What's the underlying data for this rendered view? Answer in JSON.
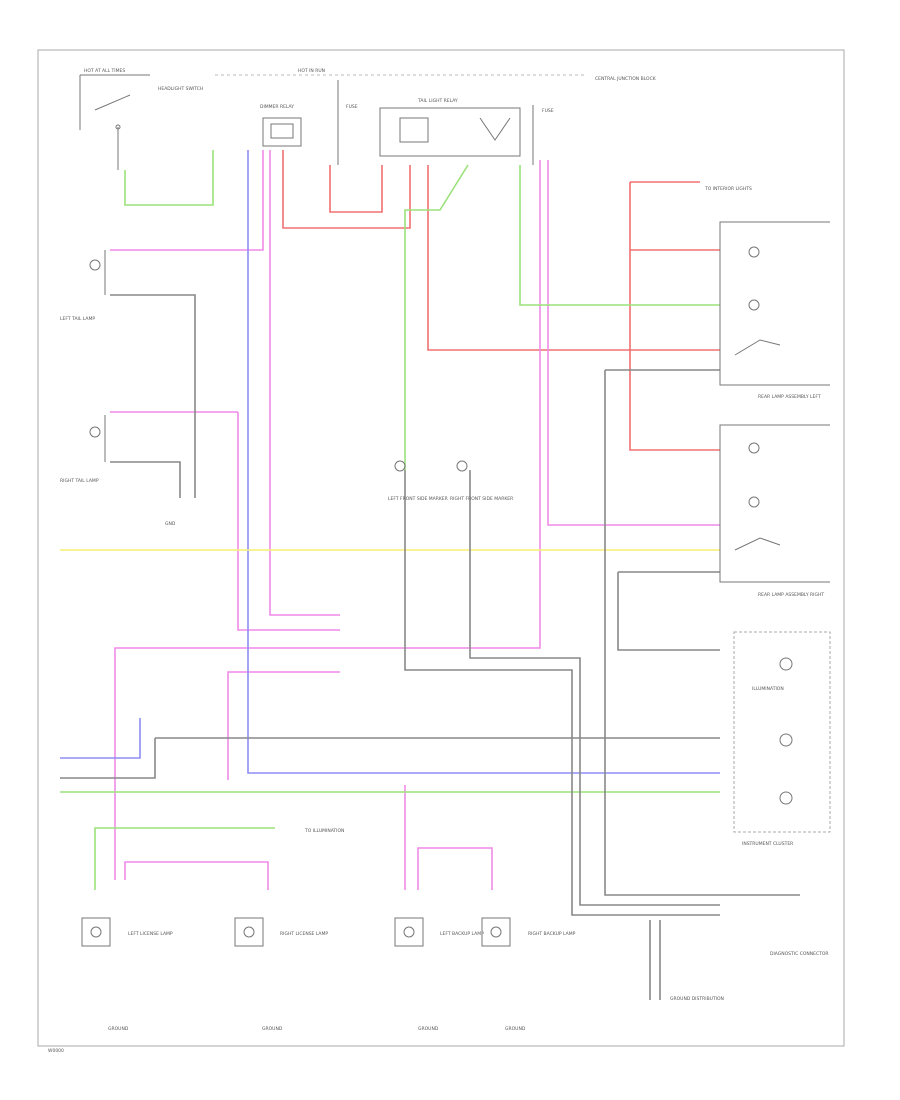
{
  "labels": {
    "top_hot_left": "HOT AT ALL TIMES",
    "top_hot_mid": "HOT IN RUN",
    "headlight_switch": "HEADLIGHT SWITCH",
    "tail_light_relay": "TAIL LIGHT RELAY",
    "dimmer_relay": "DIMMER RELAY",
    "fuse": "FUSE",
    "central_junction": "CENTRAL JUNCTION BLOCK",
    "left_tail": "LEFT TAIL LAMP",
    "right_tail": "RIGHT TAIL LAMP",
    "tail_ground": "GND",
    "front_left_marker": "LEFT FRONT SIDE MARKER",
    "front_right_marker": "RIGHT FRONT SIDE MARKER",
    "to_interior": "TO INTERIOR LIGHTS",
    "rear_left": "REAR LAMP ASSEMBLY LEFT",
    "rear_right": "REAR LAMP ASSEMBLY RIGHT",
    "ic_cluster": "INSTRUMENT CLUSTER",
    "cluster_illum": "ILLUMINATION",
    "diag": "DIAGNOSTIC CONNECTOR",
    "bottom_1": "LEFT LICENSE LAMP",
    "bottom_2": "RIGHT LICENSE LAMP",
    "bottom_3": "LEFT BACKUP LAMP",
    "bottom_4": "RIGHT BACKUP LAMP",
    "bottom_gnd": "GROUND",
    "to_illum": "TO ILLUMINATION",
    "ground_dist": "GROUND DISTRIBUTION",
    "page_id": "W0000"
  },
  "colors": {
    "red": "#f07070",
    "pink": "#f08ae8",
    "green": "#9be27a",
    "yellow": "#f5f074",
    "blue": "#8d8df5",
    "gray": "#888888",
    "frame": "#aaaaaa"
  }
}
